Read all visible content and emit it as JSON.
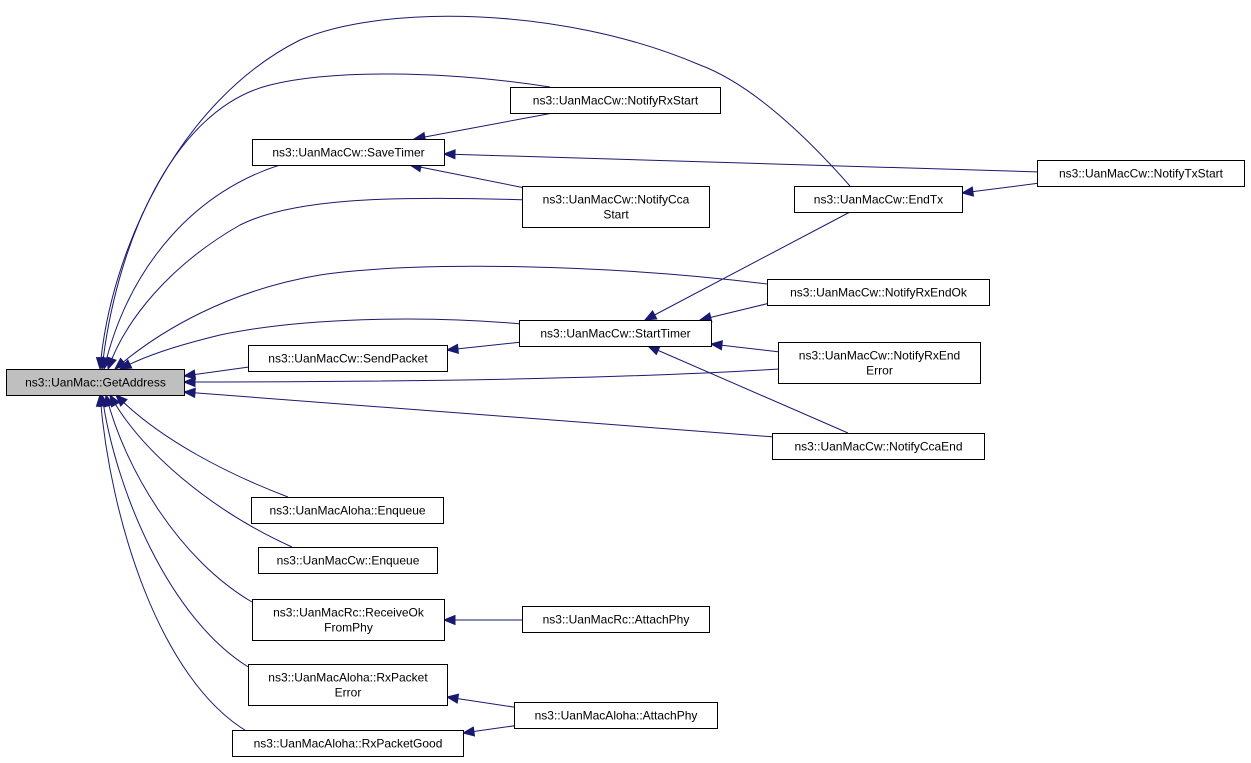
{
  "diagram": {
    "root": "getaddress",
    "nodes": {
      "getaddress": {
        "lines": [
          "ns3::UanMac::GetAddress"
        ]
      },
      "notifyrxstart": {
        "lines": [
          "ns3::UanMacCw::NotifyRxStart"
        ]
      },
      "savetimer": {
        "lines": [
          "ns3::UanMacCw::SaveTimer"
        ]
      },
      "notifytxstart": {
        "lines": [
          "ns3::UanMacCw::NotifyTxStart"
        ]
      },
      "endtx": {
        "lines": [
          "ns3::UanMacCw::EndTx"
        ]
      },
      "notifyccastart": {
        "lines": [
          "ns3::UanMacCw::NotifyCca",
          "Start"
        ]
      },
      "notifyrxendok": {
        "lines": [
          "ns3::UanMacCw::NotifyRxEndOk"
        ]
      },
      "starttimer": {
        "lines": [
          "ns3::UanMacCw::StartTimer"
        ]
      },
      "sendpacket": {
        "lines": [
          "ns3::UanMacCw::SendPacket"
        ]
      },
      "notifyrxenderror": {
        "lines": [
          "ns3::UanMacCw::NotifyRxEnd",
          "Error"
        ]
      },
      "notifyccaend": {
        "lines": [
          "ns3::UanMacCw::NotifyCcaEnd"
        ]
      },
      "alohaenqueue": {
        "lines": [
          "ns3::UanMacAloha::Enqueue"
        ]
      },
      "cwenqueue": {
        "lines": [
          "ns3::UanMacCw::Enqueue"
        ]
      },
      "receiveok": {
        "lines": [
          "ns3::UanMacRc::ReceiveOk",
          "FromPhy"
        ]
      },
      "rcattachphy": {
        "lines": [
          "ns3::UanMacRc::AttachPhy"
        ]
      },
      "rxpacketerror": {
        "lines": [
          "ns3::UanMacAloha::RxPacket",
          "Error"
        ]
      },
      "alohaattachphy": {
        "lines": [
          "ns3::UanMacAloha::AttachPhy"
        ]
      },
      "rxpacketgood": {
        "lines": [
          "ns3::UanMacAloha::RxPacketGood"
        ]
      }
    },
    "edges": [
      {
        "from": "endtx",
        "to": "getaddress"
      },
      {
        "from": "notifyrxstart",
        "to": "getaddress"
      },
      {
        "from": "savetimer",
        "to": "getaddress"
      },
      {
        "from": "notifyccastart",
        "to": "getaddress"
      },
      {
        "from": "notifyrxendok",
        "to": "getaddress"
      },
      {
        "from": "starttimer",
        "to": "getaddress"
      },
      {
        "from": "sendpacket",
        "to": "getaddress"
      },
      {
        "from": "notifyrxenderror",
        "to": "getaddress"
      },
      {
        "from": "notifyccaend",
        "to": "getaddress"
      },
      {
        "from": "alohaenqueue",
        "to": "getaddress"
      },
      {
        "from": "cwenqueue",
        "to": "getaddress"
      },
      {
        "from": "receiveok",
        "to": "getaddress"
      },
      {
        "from": "rxpacketerror",
        "to": "getaddress"
      },
      {
        "from": "rxpacketgood",
        "to": "getaddress"
      },
      {
        "from": "notifyrxstart",
        "to": "savetimer"
      },
      {
        "from": "notifytxstart",
        "to": "savetimer"
      },
      {
        "from": "notifyccastart",
        "to": "savetimer"
      },
      {
        "from": "notifytxstart",
        "to": "endtx"
      },
      {
        "from": "endtx",
        "to": "starttimer"
      },
      {
        "from": "notifyrxendok",
        "to": "starttimer"
      },
      {
        "from": "notifyrxenderror",
        "to": "starttimer"
      },
      {
        "from": "notifyccaend",
        "to": "starttimer"
      },
      {
        "from": "starttimer",
        "to": "sendpacket"
      },
      {
        "from": "rcattachphy",
        "to": "receiveok"
      },
      {
        "from": "alohaattachphy",
        "to": "rxpacketerror"
      },
      {
        "from": "alohaattachphy",
        "to": "rxpacketgood"
      }
    ]
  }
}
